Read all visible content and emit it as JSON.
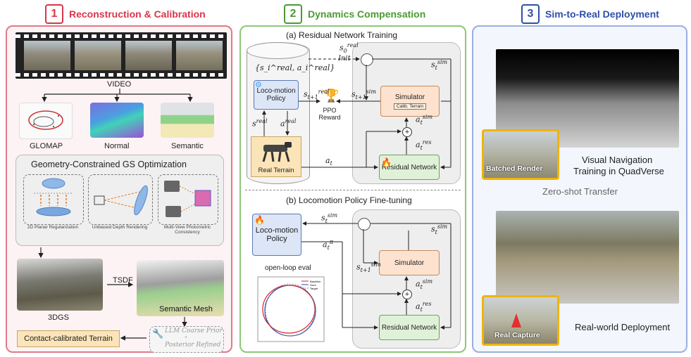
{
  "sections": {
    "s1": {
      "num": "1",
      "title": "Reconstruction & Calibration"
    },
    "s2": {
      "num": "2",
      "title": "Dynamics  Compensation"
    },
    "s3": {
      "num": "3",
      "title": "Sim-to-Real Deployment"
    }
  },
  "colors": {
    "s1": "#d9364a",
    "s2": "#5aa040",
    "s3": "#2f4fa8"
  },
  "panel1": {
    "video_label": "VIDEO",
    "views": [
      "GLOMAP",
      "Normal",
      "Semantic"
    ],
    "gs_title": "Geometry-Constrained GS Optimization",
    "gs_items": [
      "2D Planar Regularization",
      "Unbiased Depth Rendering",
      "Multi-View Photometric Consistency"
    ],
    "label_3dgs": "3DGS",
    "label_tsdf": "TSDF",
    "label_mesh": "Semantic Mesh",
    "llm_line1": "LLM Coarse Prior",
    "llm_plus": "+",
    "llm_line2": "Posterior Refined",
    "terrain_out": "Contact-calibrated Terrain"
  },
  "panel2": {
    "a_title": "(a) Residual Network Training",
    "b_title": "(b) Locomotion Policy Fine-tuning",
    "dataset": "{s_i^real, a_i^real}",
    "policy": "Loco-motion Policy",
    "real_terrain": "Real Terrain",
    "simulator": "Simulator",
    "calib": "Calib. Terrain",
    "residual": "Residual Network",
    "ppo": "PPO Reward",
    "init": "Init",
    "openloop": "open-loop eval",
    "legend": [
      "Baseline",
      "Ours",
      "Target"
    ]
  },
  "panel3": {
    "batched": "Batched Render",
    "vis_nav1": "Visual Navigation",
    "vis_nav2": "Training in QuadVerse",
    "zeroshot": "Zero-shot Transfer",
    "real_capture": "Real Capture",
    "real_deploy": "Real-world Deployment"
  }
}
